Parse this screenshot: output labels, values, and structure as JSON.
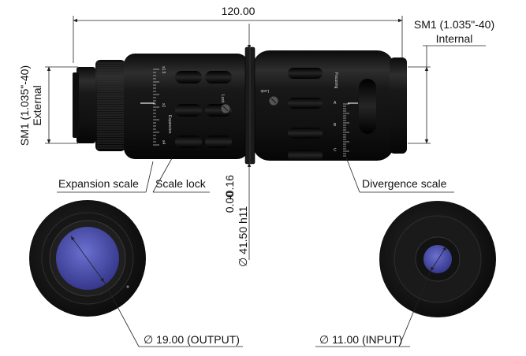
{
  "dimensions": {
    "overall_length": "120.00",
    "tube_tol_upper": "0.00",
    "tube_tol_lower": "-0.16",
    "tube_diameter": "41.50 h11",
    "output_diameter": "19.00 (OUTPUT)",
    "input_diameter": "11.00 (INPUT)",
    "diameter_symbol": "∅"
  },
  "threads": {
    "external": {
      "spec": "SM1 (1.035\"-40)",
      "type": "External"
    },
    "internal": {
      "spec": "SM1 (1.035\"-40)",
      "type": "Internal"
    }
  },
  "callouts": {
    "expansion_scale": "Expansion scale",
    "scale_lock": "Scale lock",
    "divergence_scale": "Divergence scale"
  },
  "engravings": {
    "lock_left": "Lock",
    "lock_right": "Lock",
    "expansion_label": "Expansion",
    "focusing_label": "Focusing",
    "scale_x15": "x1.5",
    "scale_x1": "x1",
    "scale_x4": "x4",
    "div_A": "A",
    "div_B": "B",
    "div_C": "C"
  },
  "colors": {
    "body": "#141414",
    "body_highlight": "#3a3a3a",
    "lens_glass": "#4b4fb0",
    "line": "#222222"
  },
  "icons": [
    "diameter-symbol-icon",
    "arrowhead-icon",
    "lock-screw-icon"
  ]
}
